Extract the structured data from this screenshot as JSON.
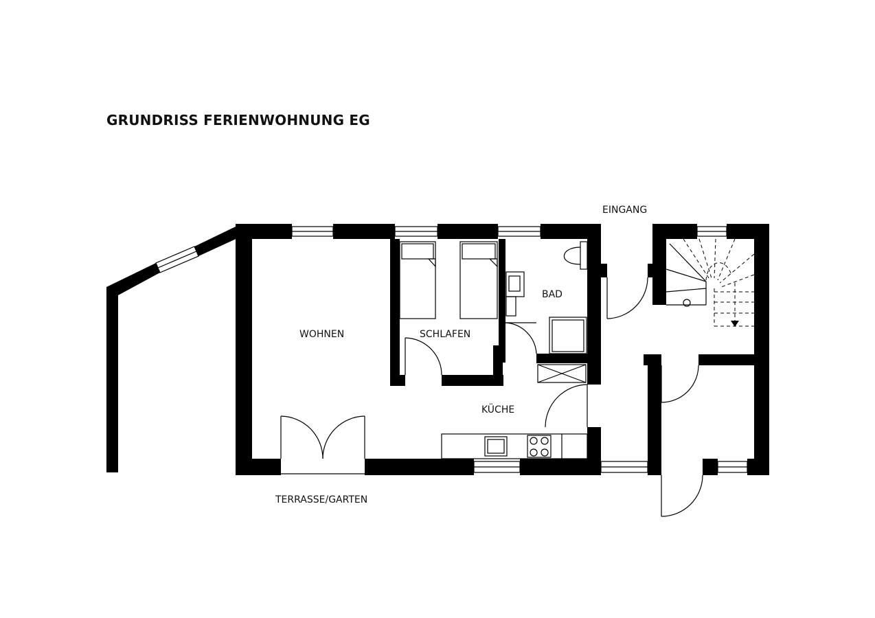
{
  "title": "GRUNDRISS FERIENWOHNUNG EG",
  "rooms": {
    "wohnen": "WOHNEN",
    "schlafen": "SCHLAFEN",
    "bad": "BAD",
    "kueche": "KÜCHE"
  },
  "labels": {
    "eingang": "EINGANG",
    "terrasse": "TERRASSE/GARTEN"
  },
  "colors": {
    "wall": "#000000",
    "background": "#ffffff"
  }
}
